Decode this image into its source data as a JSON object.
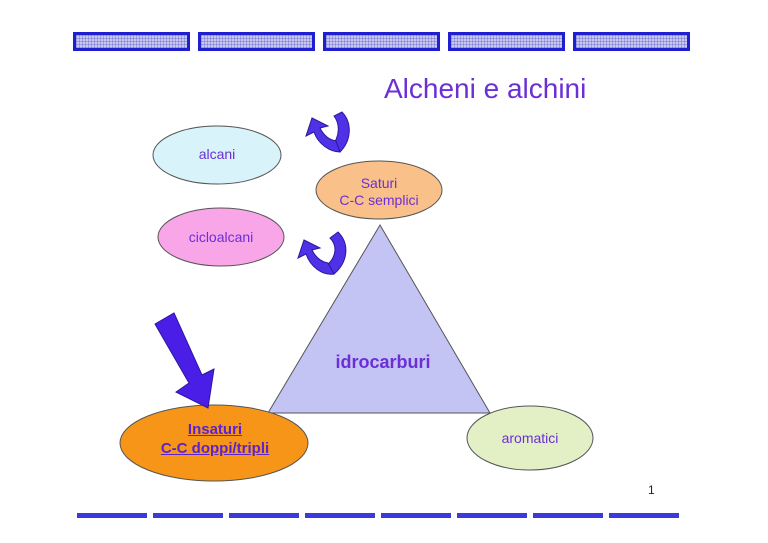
{
  "title": "Alcheni e alchini",
  "page_number": "1",
  "nodes": {
    "alcani": "alcani",
    "cicloalcani": "cicloalcani",
    "saturi_line1": "Saturi",
    "saturi_line2": "C-C semplici",
    "center": "idrocarburi",
    "insaturi_line1": "Insaturi",
    "insaturi_line2": "C-C doppi/tripli",
    "aromatici": "aromatici"
  },
  "colors": {
    "accent_blue": "#3b3bdb",
    "title_purple": "#6b2fd6",
    "triangle_fill": "#c4c4f4",
    "alcani_fill": "#d9f3fb",
    "cicloalcani_fill": "#f8a6e8",
    "saturi_fill": "#f9c189",
    "insaturi_fill": "#f79518",
    "aromatici_fill": "#e3f0c6",
    "arrow_blue": "#5131e6"
  },
  "icons": [
    "curved-arrow-icon",
    "down-arrow-icon"
  ]
}
